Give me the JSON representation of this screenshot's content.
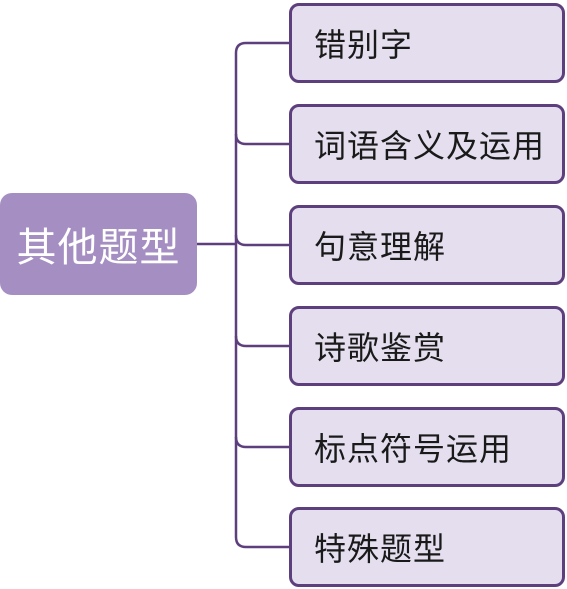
{
  "root": {
    "label": "其他题型",
    "color": "#a58fc2"
  },
  "children": [
    {
      "label": "错别字"
    },
    {
      "label": "词语含义及运用"
    },
    {
      "label": "句意理解"
    },
    {
      "label": "诗歌鉴赏"
    },
    {
      "label": "标点符号运用"
    },
    {
      "label": "特殊题型"
    }
  ],
  "colors": {
    "child_fill": "#e4deee",
    "child_border": "#5e3f7e",
    "connector": "#5e3f7e"
  }
}
